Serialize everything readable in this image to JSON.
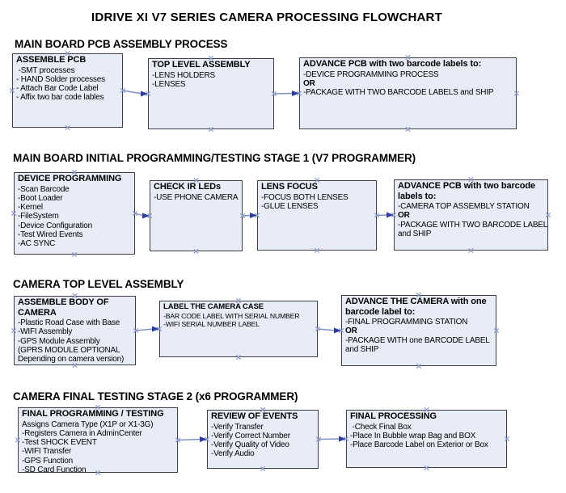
{
  "title": "IDRIVE XI V7 SERIES CAMERA PROCESSING FLOWCHART",
  "colors": {
    "box_fill": "#e8ecf6",
    "box_border": "#3e3e48",
    "connector_line": "#7f92c2",
    "connector_arrow": "#2e3c9e",
    "connection_cross": "#8b9bc8",
    "text": "#000000"
  },
  "sections": [
    {
      "heading": "MAIN BOARD PCB ASSEMBLY PROCESS",
      "boxes": [
        {
          "id": "assemble-pcb",
          "title": "ASSEMBLE PCB",
          "lines": [
            " -SMT processes",
            "- HAND Solder processes",
            "- Attach Bar Code Label",
            "- Affix two bar code lables"
          ]
        },
        {
          "id": "top-level-assembly",
          "title": "TOP LEVEL ASSEMBLY",
          "lines": [
            "-LENS HOLDERS",
            "-LENSES"
          ]
        },
        {
          "id": "advance-pcb-1",
          "title": "ADVANCE PCB with two barcode labels to:",
          "lines": [
            "-DEVICE PROGRAMMING PROCESS",
            "OR",
            "-PACKAGE WITH TWO BARCODE LABELS and SHIP"
          ]
        }
      ]
    },
    {
      "heading": "MAIN BOARD INITIAL PROGRAMMING/TESTING STAGE 1 (V7 PROGRAMMER)",
      "boxes": [
        {
          "id": "device-programming",
          "title": "DEVICE PROGRAMMING",
          "lines": [
            "-Scan Barcode",
            "-Boot Loader",
            "-Kernel",
            "-FileSystem",
            "-Device Configuration",
            "-Test Wired Events",
            "-AC SYNC"
          ]
        },
        {
          "id": "check-ir-leds",
          "title": "CHECK IR LEDs",
          "lines": [
            "-USE PHONE CAMERA"
          ]
        },
        {
          "id": "lens-focus",
          "title": "LENS FOCUS",
          "lines": [
            "-FOCUS BOTH LENSES",
            "-GLUE LENSES"
          ]
        },
        {
          "id": "advance-pcb-2",
          "title": "ADVANCE PCB with two barcode labels to:",
          "lines": [
            "-CAMERA TOP ASSEMBLY STATION",
            "OR",
            "-PACKAGE WITH TWO BARCODE LABELS",
            "and SHIP"
          ]
        }
      ]
    },
    {
      "heading": "CAMERA TOP LEVEL ASSEMBLY",
      "boxes": [
        {
          "id": "assemble-body",
          "title": "ASSEMBLE BODY OF CAMERA",
          "lines": [
            "-Plastic Road Case with Base",
            "-WIFI Assembly",
            "-GPS Module Assembly",
            "(GPRS MODULE OPTIONAL",
            "Depending on camera version)"
          ]
        },
        {
          "id": "label-case",
          "title": "LABEL THE CAMERA CASE",
          "lines": [
            "-BAR CODE LABEL WITH SERIAL NUMBER",
            "-WIFI SERIAL NUMBER LABEL"
          ]
        },
        {
          "id": "advance-camera",
          "title": "ADVANCE THE CAMERA with one barcode label to:",
          "lines": [
            "-FINAL PROGRAMMING STATION",
            "OR",
            "-PACKAGE WITH one BARCODE LABEL",
            "and SHIP"
          ]
        }
      ]
    },
    {
      "heading": "CAMERA FINAL TESTING STAGE 2 (x6 PROGRAMMER)",
      "boxes": [
        {
          "id": "final-programming",
          "title": "FINAL PROGRAMMING / TESTING",
          "lines": [
            "Assigns Camera Type (X1P or X1-3G)",
            "-Registers Camera in AdminCenter",
            "-Test SHOCK EVENT",
            "-WIFI Transfer",
            "-GPS Function",
            "-SD Card Function"
          ]
        },
        {
          "id": "review-events",
          "title": "REVIEW OF EVENTS",
          "lines": [
            "-Verify Transfer",
            "-Verify Correct Number",
            "-Verify Quality of Video",
            "-Verify Audio"
          ]
        },
        {
          "id": "final-processing",
          "title": "FINAL PROCESSING",
          "lines": [
            " -Check Final Box",
            "-Place In Bubble wrap Bag and BOX",
            "-Place Barcode Label on Exterior or Box"
          ]
        }
      ]
    }
  ],
  "connections": [
    {
      "from": "assemble-pcb",
      "to": "top-level-assembly"
    },
    {
      "from": "top-level-assembly",
      "to": "advance-pcb-1"
    },
    {
      "from": "device-programming",
      "to": "check-ir-leds"
    },
    {
      "from": "check-ir-leds",
      "to": "lens-focus"
    },
    {
      "from": "lens-focus",
      "to": "advance-pcb-2"
    },
    {
      "from": "assemble-body",
      "to": "label-case"
    },
    {
      "from": "label-case",
      "to": "advance-camera"
    },
    {
      "from": "final-programming",
      "to": "review-events"
    },
    {
      "from": "review-events",
      "to": "final-processing"
    }
  ]
}
